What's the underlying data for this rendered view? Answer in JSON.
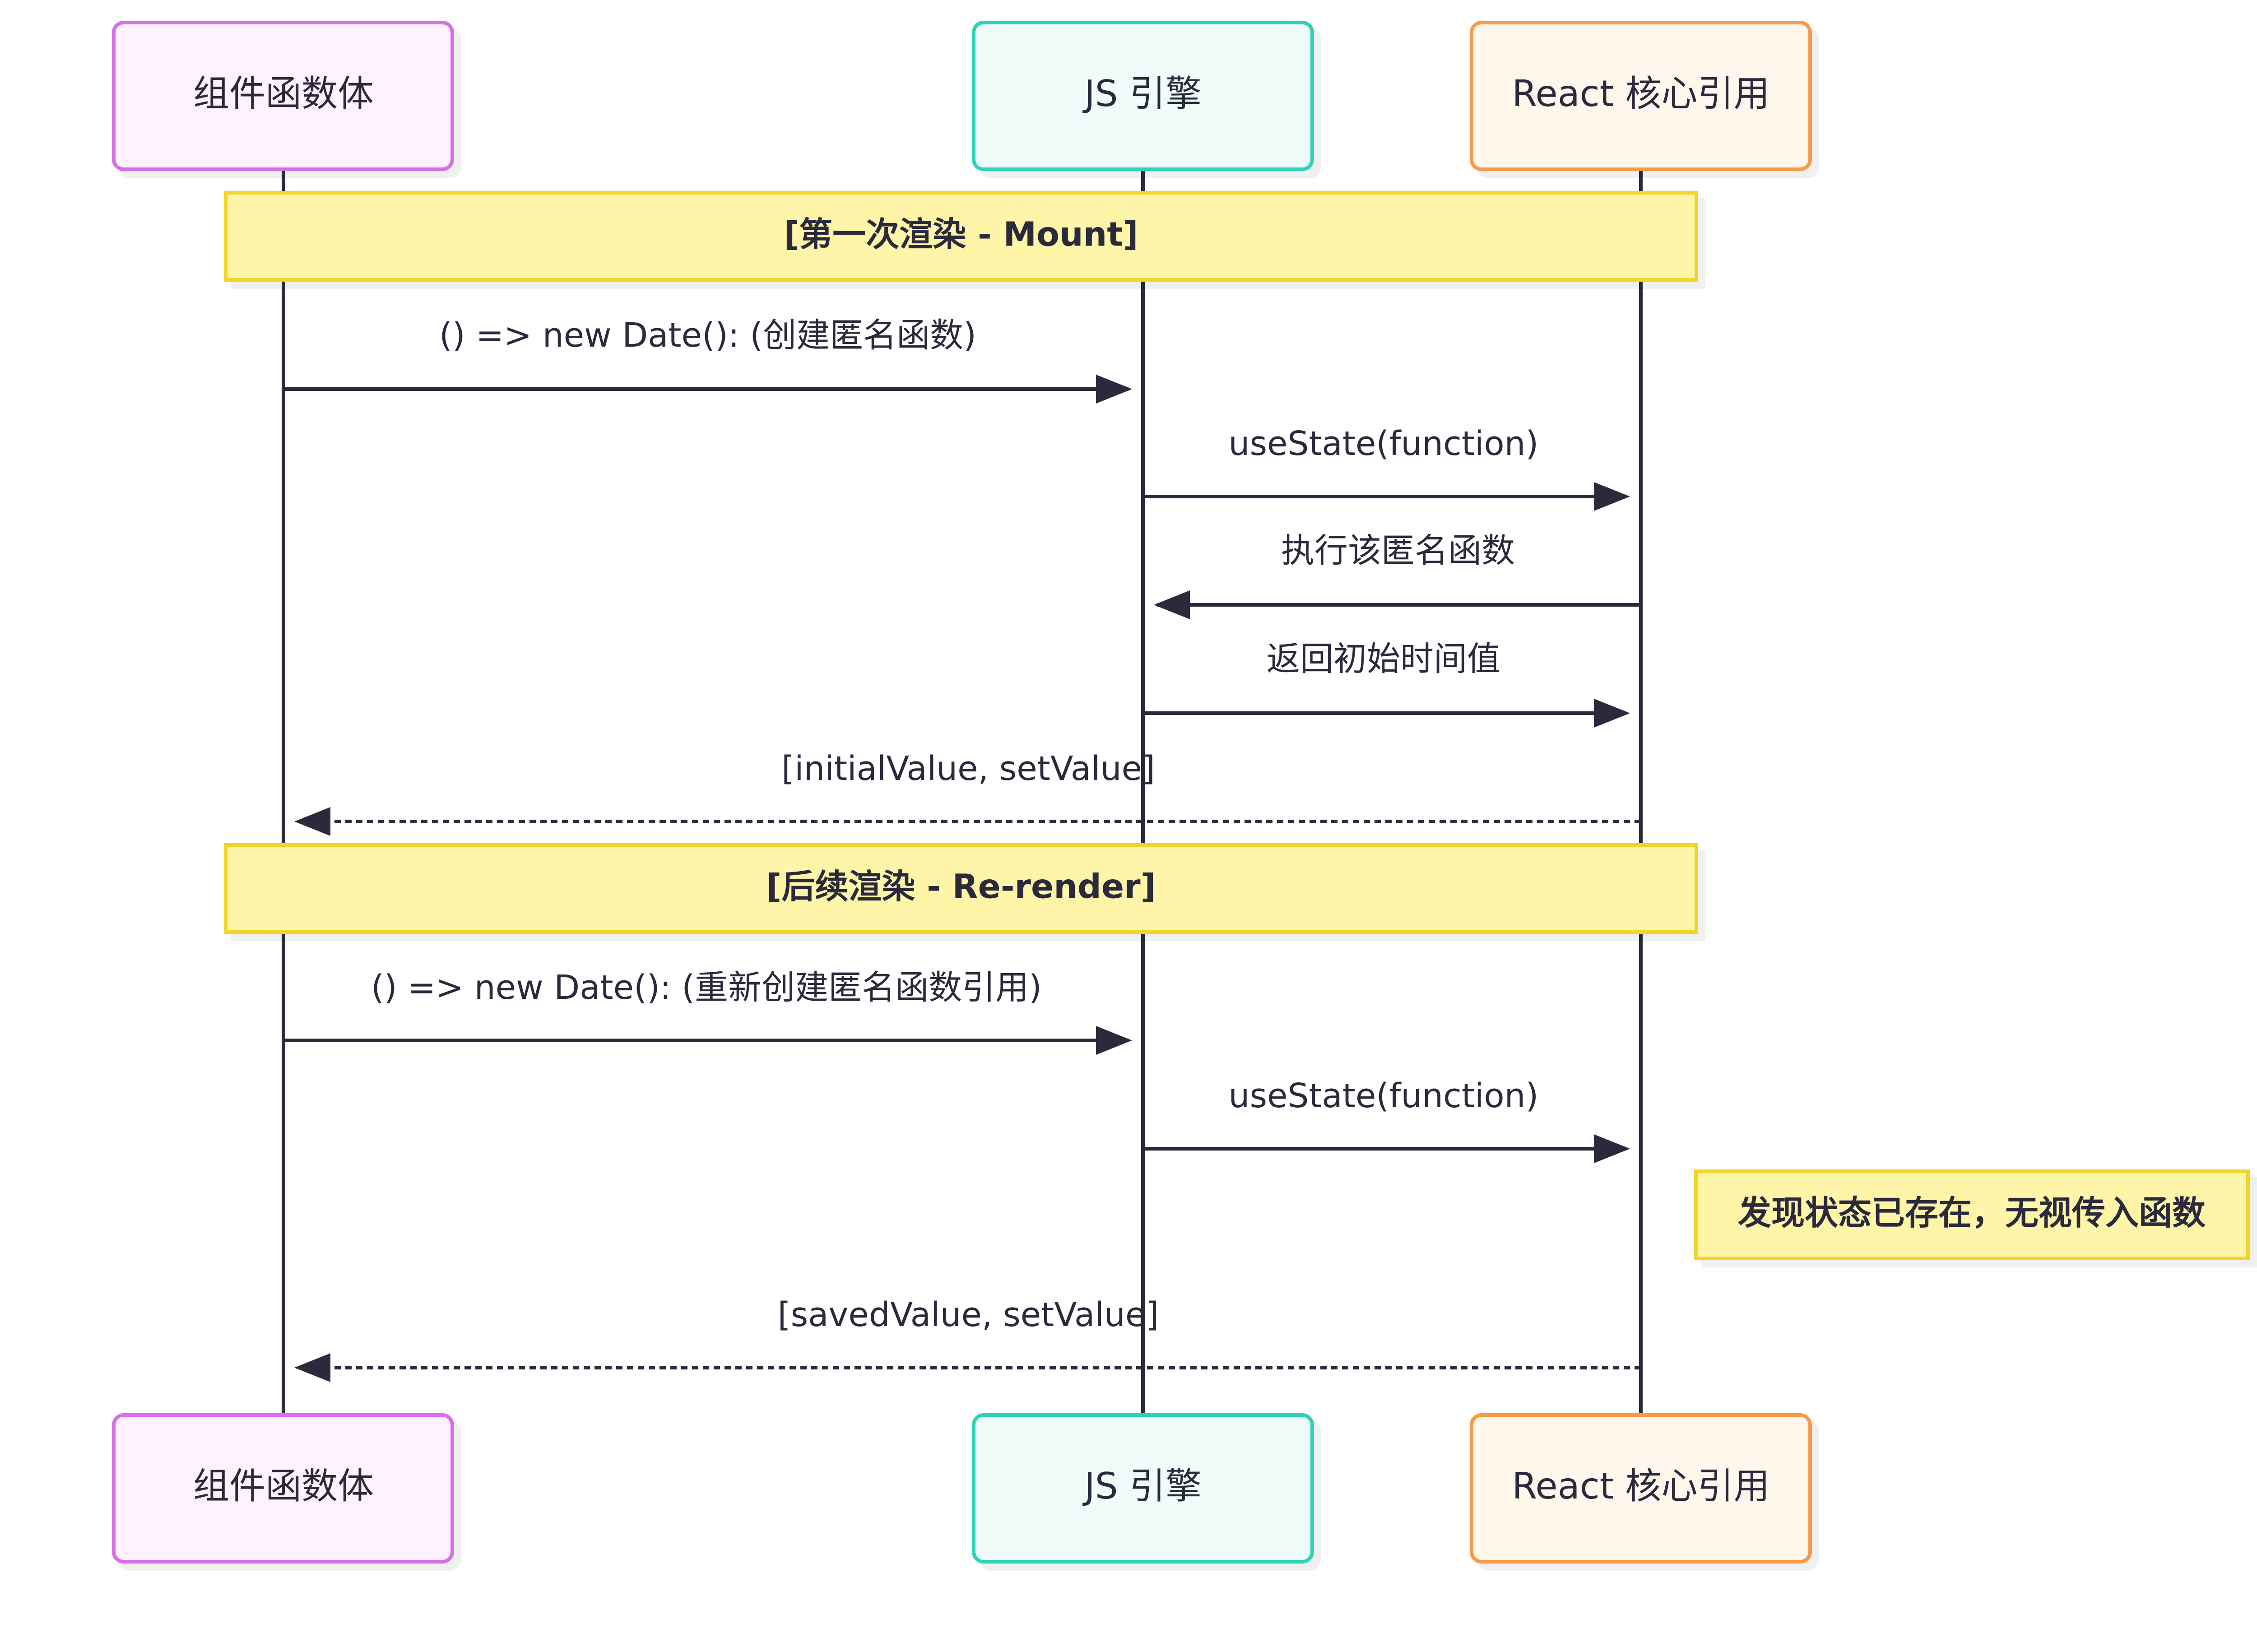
{
  "participants": [
    {
      "id": "component",
      "label": "组件函数体",
      "stroke": "#d86ee8",
      "fill": "#fdf2fd"
    },
    {
      "id": "engine",
      "label": "JS 引擎",
      "stroke": "#2ed3b7",
      "fill": "#f0fcf9"
    },
    {
      "id": "react",
      "label": "React 核心引用",
      "stroke": "#f79a4a",
      "fill": "#fff6ec"
    }
  ],
  "sections": [
    {
      "label": "[第一次渲染 - Mount]"
    },
    {
      "label": "[后续渲染 - Re-render]"
    }
  ],
  "messages": [
    {
      "from": "component",
      "to": "engine",
      "label": "() => new Date(): (创建匿名函数)",
      "style": "solid"
    },
    {
      "from": "engine",
      "to": "react",
      "label": "useState(function)",
      "style": "solid"
    },
    {
      "from": "react",
      "to": "engine",
      "label": "执行该匿名函数",
      "style": "solid"
    },
    {
      "from": "engine",
      "to": "react",
      "label": "返回初始时间值",
      "style": "solid"
    },
    {
      "from": "react",
      "to": "component",
      "label": "[initialValue, setValue]",
      "style": "dashed"
    },
    {
      "from": "component",
      "to": "engine",
      "label": "() => new Date(): (重新创建匿名函数引用)",
      "style": "solid"
    },
    {
      "from": "engine",
      "to": "react",
      "label": "useState(function)",
      "style": "solid"
    },
    {
      "from": "react",
      "to": "component",
      "label": "[savedValue, setValue]",
      "style": "dashed"
    }
  ],
  "note": {
    "over": "react",
    "label": "发现状态已存在，无视传入函数"
  },
  "colors": {
    "line": "#2a2a3c",
    "section_fill": "#fff5a8",
    "section_stroke": "#f3d42c",
    "note_fill": "#fff5a8",
    "note_stroke": "#f3d42c",
    "text": "#2a2a3c"
  }
}
